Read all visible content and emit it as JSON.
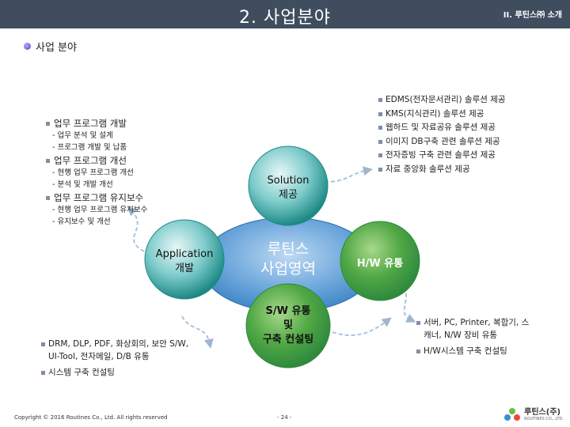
{
  "header": {
    "title": "2. 사업분야",
    "subtitle": "II. 루틴스㈜ 소개"
  },
  "section_title": "사업 분야",
  "left_top_list": {
    "groups": [
      {
        "title": "업무 프로그램 개발",
        "items": [
          "- 업무 분석 및 설계",
          "- 프로그램 개발 및 납품"
        ]
      },
      {
        "title": "업무 프로그램 개선",
        "items": [
          "- 현행 업무 프로그램 개선",
          "- 분석 및 개발 개선"
        ]
      },
      {
        "title": "업무 프로그램 유지보수",
        "items": [
          "- 현행 업무 프로그램 유지보수",
          "- 유지보수 및 개선"
        ]
      }
    ]
  },
  "right_top_list": [
    "EDMS(전자문서관리) 솔루션 제공",
    "KMS(지식관리) 솔루션 제공",
    "웹하드 및 자료공유 솔루션 제공",
    "이미지 DB구축 관련 솔루션 제공",
    "전자증빙 구축 관련 솔루션 제공",
    "자료 중앙화 솔루션 제공"
  ],
  "circles": {
    "solution": {
      "line1": "Solution",
      "line2": "제공"
    },
    "application": {
      "line1": "Application",
      "line2": "개발"
    },
    "center": {
      "line1": "루틴스",
      "line2": "사업영역"
    },
    "hw": {
      "line1": "H/W 유통"
    },
    "sw": {
      "line1": "S/W 유통",
      "line2": "및",
      "line3": "구축 컨설팅"
    }
  },
  "left_bottom_list": [
    "DRM, DLP, PDF, 화상회의, 보안 S/W, UI-Tool, 전자메일, D/B 유통",
    "시스템 구축 컨설팅"
  ],
  "right_bottom_list": [
    "서버, PC, Printer, 복합기, 스캐너, N/W 장비 유통",
    "H/W시스템 구축 컨설팅"
  ],
  "footer": {
    "copyright": "Copyright © 2016 Routines Co., Ltd. All rights reserved",
    "page": "- 24 -",
    "logo_name": "루틴스(주)",
    "logo_sub": "ROUTINES CO., LTD."
  },
  "colors": {
    "header_bg": "#3f4d5f",
    "green": "#2f8a3e",
    "teal": "#1e8a86",
    "oval": "#3f86c8"
  }
}
